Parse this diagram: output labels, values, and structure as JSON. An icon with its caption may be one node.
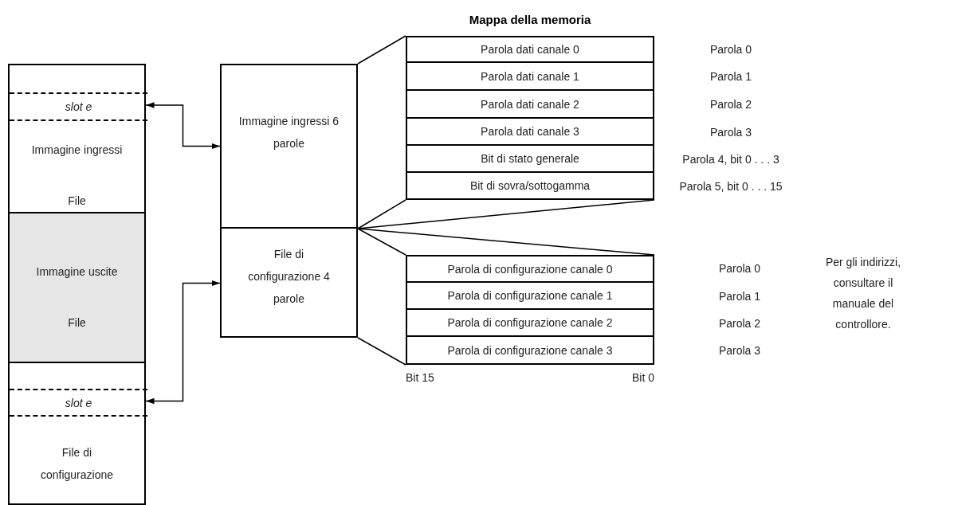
{
  "diagram": {
    "title": "Mappa della memoria",
    "nodes": [
      {
        "text": [
          "Immagine ingressi",
          "File"
        ]
      },
      {
        "text": [
          "slot e"
        ],
        "in": 0
      },
      {
        "text": [
          "Immagine uscite",
          "File"
        ]
      },
      {
        "text": [
          "File di configurazione"
        ]
      },
      {
        "text": [
          "slot e"
        ],
        "in": 3
      },
      {
        "text": [
          "Immagine ingressi 6 parole"
        ]
      },
      {
        "text": [
          "File di configurazione 4 parole"
        ]
      },
      {
        "text": [
          "Parola dati canale 0"
        ]
      },
      {
        "text": [
          "Parola dati canale 1"
        ]
      },
      {
        "text": [
          "Parola dati canale 2"
        ]
      },
      {
        "text": [
          "Parola dati canale 3"
        ]
      },
      {
        "text": [
          "Bit di stato generale"
        ]
      },
      {
        "text": [
          "Bit di sovra/sottogamma"
        ]
      },
      {
        "text": [
          "Parola di configurazione canale 0"
        ]
      },
      {
        "text": [
          "Parola di configurazione canale 1"
        ]
      },
      {
        "text": [
          "Parola di configurazione canale 2"
        ]
      },
      {
        "text": [
          "Parola di configurazione canale 3"
        ]
      }
    ],
    "edges": [
      {
        "from": 1,
        "to": 5,
        "arrow": "both"
      },
      {
        "from": 6,
        "to": 4,
        "arrow": "both"
      }
    ],
    "labels": [
      "Parola 0",
      "Parola 1",
      "Parola 2",
      "Parola 3",
      "Parola 4, bit 0 . . . 3",
      "Parola 5, bit 0 . . . 15",
      "Parola 0",
      "Per gli indirizzi, consultare il manuale del controllore.",
      "Parola 1",
      "Parola 2",
      "Parola 3",
      "Bit 15",
      "Bit 0"
    ]
  }
}
